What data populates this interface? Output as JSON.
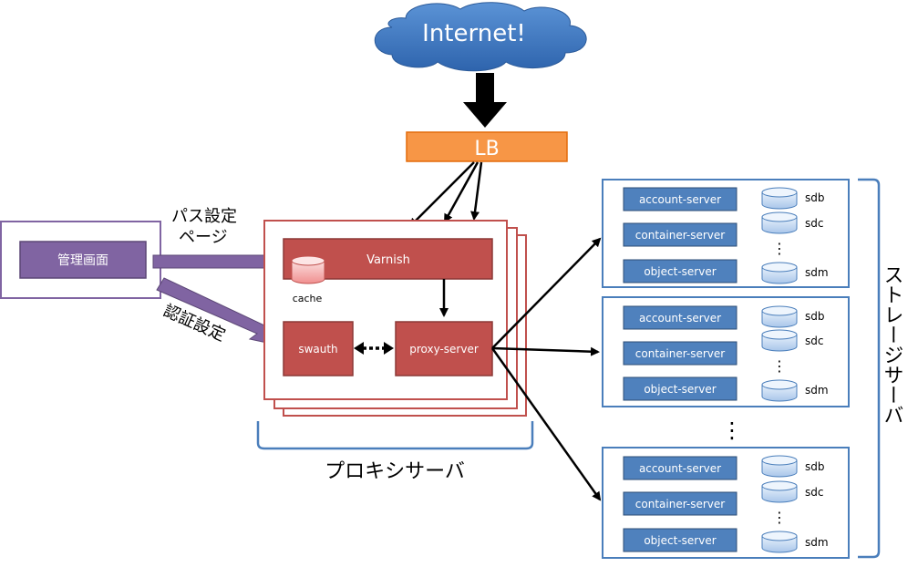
{
  "cloud_label": "Internet!",
  "lb_label": "LB",
  "admin": {
    "screen_label": "管理画面",
    "path_setting_line1": "パス設定",
    "path_setting_line2": "ページ",
    "auth_setting": "認証設定"
  },
  "proxy": {
    "varnish": "Varnish",
    "cache": "cache",
    "swauth": "swauth",
    "proxy_server": "proxy-server",
    "group_label": "プロキシサーバ"
  },
  "storage": {
    "group_label": "ストレージサーバ",
    "ellipsis": "⋮",
    "nodes": [
      {
        "account": "account-server",
        "container": "container-server",
        "object": "object-server",
        "sdb": "sdb",
        "sdc": "sdc",
        "sdm": "sdm"
      },
      {
        "account": "account-server",
        "container": "container-server",
        "object": "object-server",
        "sdb": "sdb",
        "sdc": "sdc",
        "sdm": "sdm"
      },
      {
        "account": "account-server",
        "container": "container-server",
        "object": "object-server",
        "sdb": "sdb",
        "sdc": "sdc",
        "sdm": "sdm"
      }
    ]
  },
  "colors": {
    "cloud": "#3b78c4",
    "lb": "#f79646",
    "admin_fill": "#8064a2",
    "proxy_box": "#c0504d",
    "storage_fill": "#4f81bd",
    "storage_border": "#4a7ebb",
    "bracket": "#4a7ebb"
  }
}
